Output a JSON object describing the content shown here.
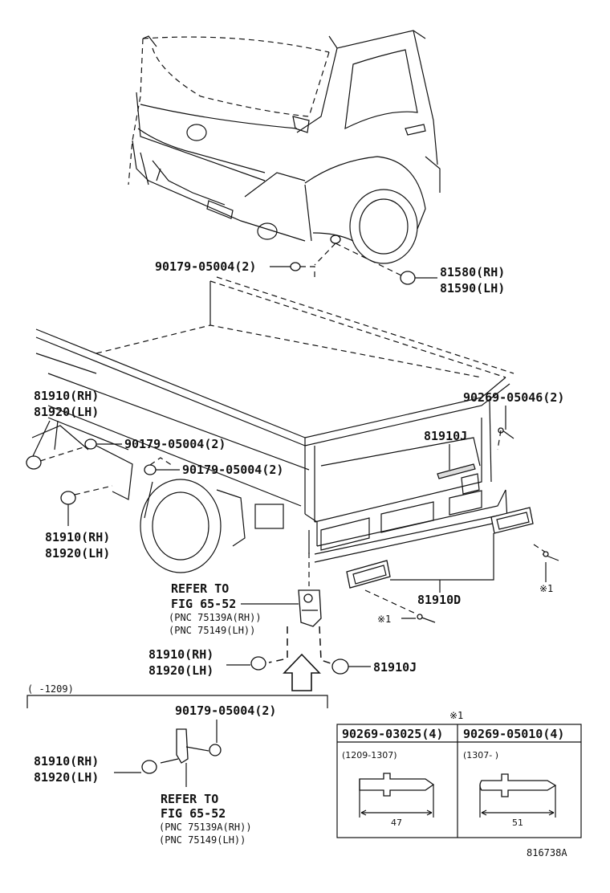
{
  "labels": {
    "nut_top": "90179-05004(2)",
    "marker_rh_top": "81580(RH)",
    "marker_lh_top": "81590(LH)",
    "rivet_top_right": "90269-05046(2)",
    "lamp_rh_left_upper": "81910(RH)",
    "lamp_lh_left_upper": "81920(LH)",
    "nut_left_1": "90179-05004(2)",
    "nut_left_2": "90179-05004(2)",
    "lamp_rh_left_lower": "81910(RH)",
    "lamp_lh_left_lower": "81920(LH)",
    "lamp_j_upper": "81910J",
    "reflector_d": "81910D",
    "refer_to": "REFER TO",
    "fig": "FIG 65-52",
    "pnc_rh": "(PNC 75139A(RH))",
    "pnc_lh": "(PNC 75149(LH))",
    "lamp_rh_mid": "81910(RH)",
    "lamp_lh_mid": "81920(LH)",
    "lamp_j_lower": "81910J",
    "ref_mark_1": "※1",
    "ref_mark_2": "※1",
    "inset_range": "(   -1209)",
    "inset_nut": "90179-05004(2)",
    "inset_lamp_rh": "81910(RH)",
    "inset_lamp_lh": "81920(LH)",
    "inset_refer_to": "REFER TO",
    "inset_fig": "FIG 65-52",
    "inset_pnc_rh": "(PNC 75139A(RH))",
    "inset_pnc_lh": "(PNC 75149(LH))",
    "table_mark": "※1",
    "diagram_id": "816738A"
  },
  "rivet_table": {
    "columns": [
      {
        "part": "90269-03025(4)",
        "range": "(1209-1307)",
        "length": "47"
      },
      {
        "part": "90269-05010(4)",
        "range": "(1307-     )",
        "length": "51"
      }
    ]
  }
}
